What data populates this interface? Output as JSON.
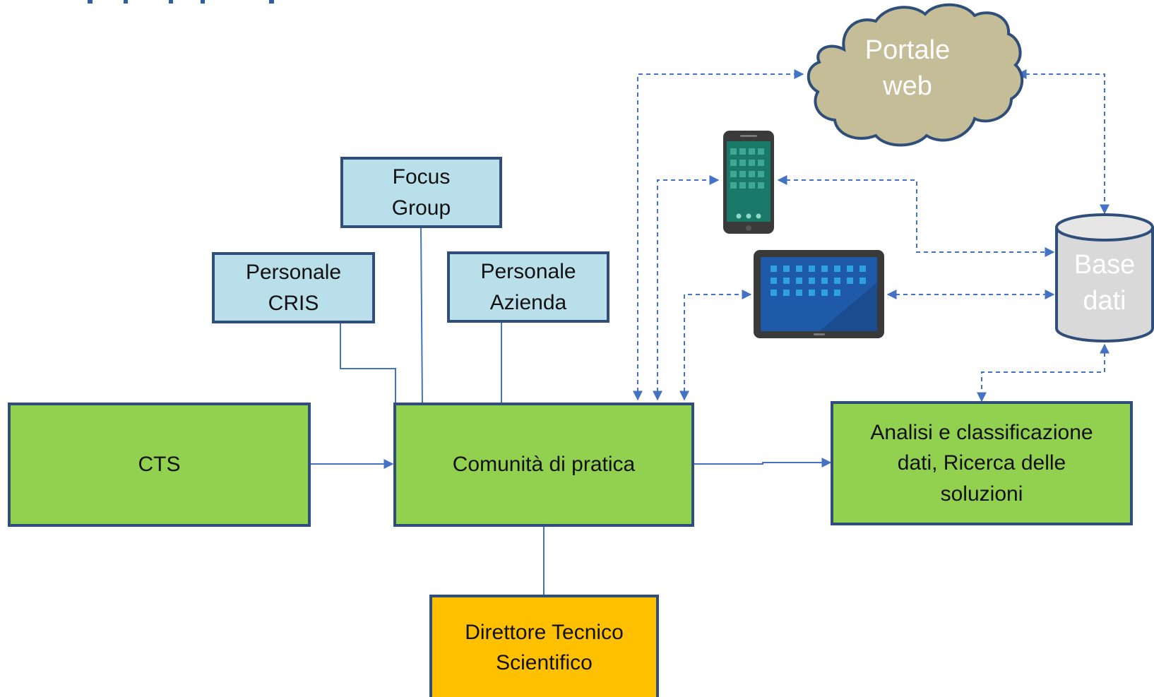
{
  "colors": {
    "border": "#2f4f7a",
    "light_box": "#b9dfea",
    "green_box": "#92d050",
    "orange_box": "#ffc000",
    "cloud_fill": "#c4bd97",
    "db_fill": "#d9d9d9",
    "connector": "#4472c4"
  },
  "nodes": {
    "focus_group": "Focus\nGroup",
    "personale_cris": "Personale\nCRIS",
    "personale_azienda": "Personale\nAzienda",
    "cts": "CTS",
    "comunita": "Comunità di pratica",
    "analisi": "Analisi e classificazione\ndati, Ricerca delle\nsoluzioni",
    "direttore": "Direttore Tecnico\nScientifico",
    "portale": "Portale\nweb",
    "base_dati": "Base\ndati"
  },
  "icons": {
    "smartphone": "smartphone-icon",
    "tablet": "tablet-icon",
    "cloud": "cloud-shape",
    "database": "database-cylinder"
  }
}
